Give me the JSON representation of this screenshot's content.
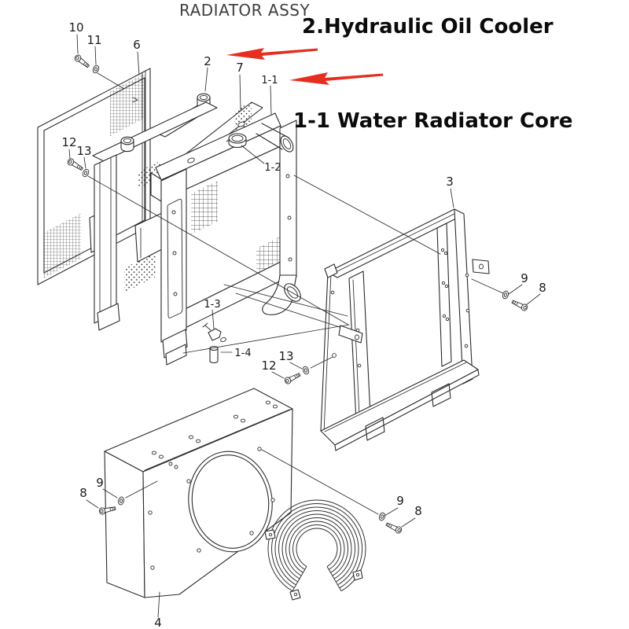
{
  "titles": {
    "drawing_title": "RADIATOR ASSY",
    "annotation_oil_cooler": "2.Hydraulic Oil Cooler",
    "annotation_radiator_core": "1-1 Water Radiator Core"
  },
  "colors": {
    "background": "#ffffff",
    "line": "#2b2b2b",
    "arrow_red": "#e62e20",
    "title_gray": "#3f3f3f",
    "title_black": "#0b0b0b"
  },
  "callouts": [
    {
      "id": "c10",
      "label": "10"
    },
    {
      "id": "c11",
      "label": "11"
    },
    {
      "id": "c6",
      "label": "6"
    },
    {
      "id": "c2",
      "label": "2"
    },
    {
      "id": "c7",
      "label": "7"
    },
    {
      "id": "c1-1",
      "label": "1-1"
    },
    {
      "id": "c12-left",
      "label": "12"
    },
    {
      "id": "c13-left",
      "label": "13"
    },
    {
      "id": "c1-2",
      "label": "1-2"
    },
    {
      "id": "c3",
      "label": "3"
    },
    {
      "id": "c9-frame",
      "label": "9"
    },
    {
      "id": "c8-frame",
      "label": "8"
    },
    {
      "id": "c1-3",
      "label": "1-3"
    },
    {
      "id": "c1-4",
      "label": "1-4"
    },
    {
      "id": "c12-mid",
      "label": "12"
    },
    {
      "id": "c13-mid",
      "label": "13"
    },
    {
      "id": "c9-shroud",
      "label": "9"
    },
    {
      "id": "c8-shroud",
      "label": "8"
    },
    {
      "id": "c9-guard",
      "label": "9"
    },
    {
      "id": "c8-guard",
      "label": "8"
    },
    {
      "id": "c4",
      "label": "4"
    }
  ]
}
